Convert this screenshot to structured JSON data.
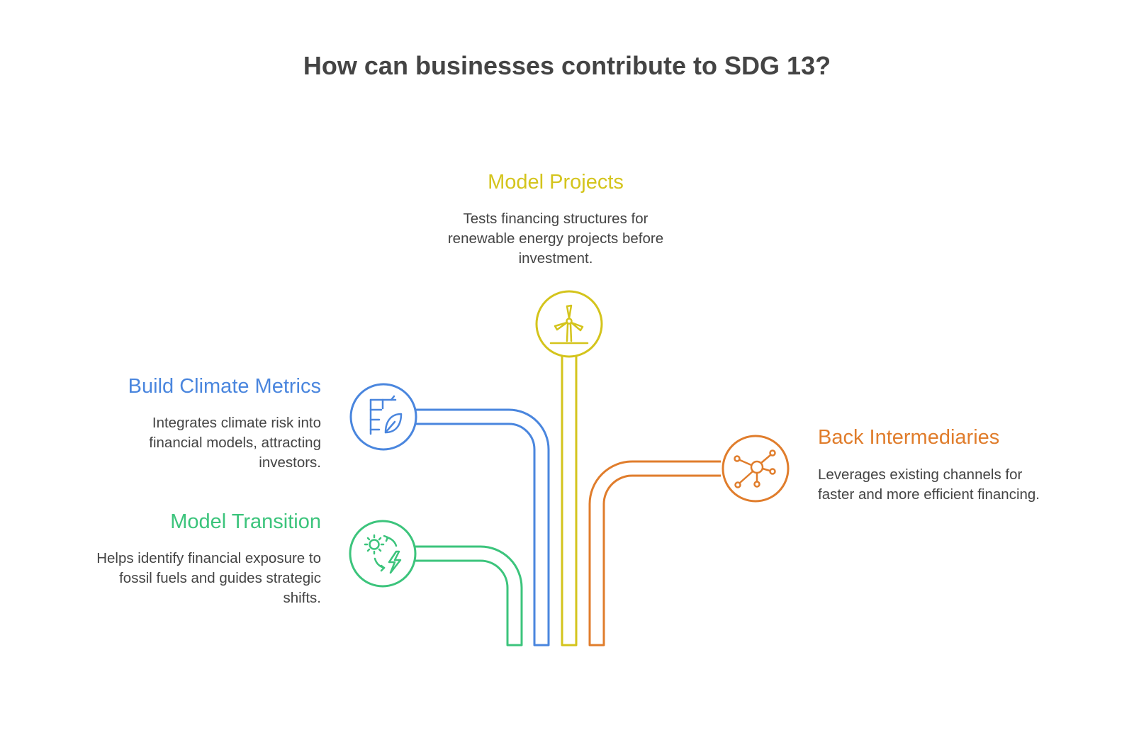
{
  "title": "How can businesses contribute to SDG 13?",
  "colors": {
    "model_projects": "#d4c41c",
    "build_climate_metrics": "#4a86de",
    "back_intermediaries": "#e07d2c",
    "model_transition": "#3cc47c",
    "text": "#444444"
  },
  "items": [
    {
      "heading": "Model Projects",
      "lines": [
        "Tests financing structures for",
        "renewable energy projects before",
        "investment."
      ],
      "icon": "wind-turbine-icon"
    },
    {
      "heading": "Build Climate Metrics",
      "lines": [
        "Integrates climate risk into",
        "financial models, attracting",
        "investors."
      ],
      "icon": "climate-chart-leaf-icon"
    },
    {
      "heading": "Back Intermediaries",
      "lines": [
        "Leverages existing channels for",
        "faster and more efficient financing."
      ],
      "icon": "network-hub-icon"
    },
    {
      "heading": "Model Transition",
      "lines": [
        "Helps identify financial exposure to",
        "fossil fuels and guides strategic",
        "shifts."
      ],
      "icon": "energy-transition-icon"
    }
  ]
}
